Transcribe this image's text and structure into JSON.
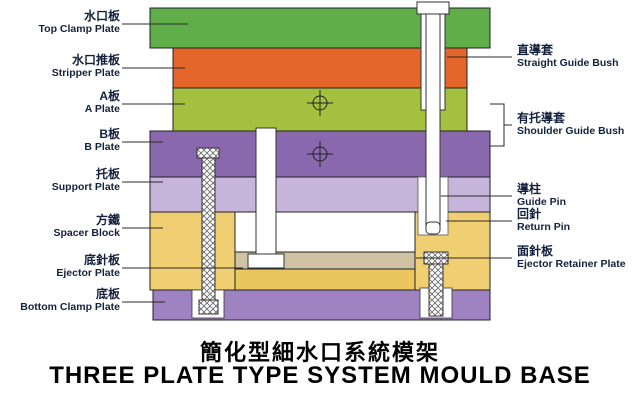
{
  "title": {
    "zh": "簡化型細水口系統模架",
    "en": "THREE PLATE TYPE SYSTEM MOULD BASE"
  },
  "left_labels": [
    {
      "zh": "水口板",
      "en": "Top Clamp Plate"
    },
    {
      "zh": "水口推板",
      "en": "Stripper Plate"
    },
    {
      "zh": "A板",
      "en": "A Plate"
    },
    {
      "zh": "B板",
      "en": "B Plate"
    },
    {
      "zh": "托板",
      "en": "Support Plate"
    },
    {
      "zh": "方鐵",
      "en": "Spacer Block"
    },
    {
      "zh": "底針板",
      "en": "Ejector Plate"
    },
    {
      "zh": "底板",
      "en": "Bottom Clamp Plate"
    }
  ],
  "right_labels": [
    {
      "zh": "直導套",
      "en": "Straight Guide Bush"
    },
    {
      "zh": "有托導套",
      "en": "Shoulder Guide Bush"
    },
    {
      "zh": "導柱",
      "en": "Guide Pin"
    },
    {
      "zh": "回針",
      "en": "Return Pin"
    },
    {
      "zh": "面針板",
      "en": "Ejector Retainer Plate"
    }
  ],
  "colors": {
    "top_clamp_plate": "#5fae4a",
    "stripper_plate": "#e4662a",
    "a_plate": "#a3c13e",
    "b_plate": "#8a68ae",
    "support_plate": "#c6b4da",
    "spacer_block": "#efcf72",
    "ejector_retainer_plate": "#cfc3a4",
    "ejector_plate": "#eac75e",
    "bottom_clamp_plate": "#9f82c2",
    "outline": "#222222",
    "label_text": "#14213d"
  }
}
